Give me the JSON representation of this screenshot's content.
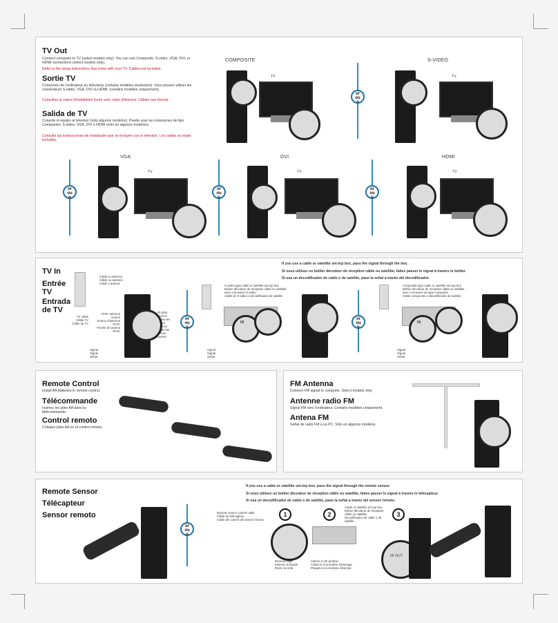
{
  "tvout": {
    "title_en": "TV Out",
    "body_en": "Connect computer to TV (select models only). You can use Composite, S-video, VGA, DVI, or HDMI connections (select models only).",
    "note_en": "Refer to the setup instructions that come with your TV. Cables not included.",
    "title_fr": "Sortie TV",
    "body_fr": "Connexion de l'ordinateur au téléviseur (certains modèles seulement). Vous pouvez utiliser les connecteurs S-vidéo, VGA, DVI ou HDMI, (certains modèles uniquement).",
    "note_fr": "Consultez la notice d'installation livrée avec votre téléviseur. Câbles non fournis.",
    "title_es": "Salida de TV",
    "body_es": "Conecte el equipo al televisor (sólo algunos modelos). Puede usar las conexiones de tipo Compuesto, S-video, VGA, DVI o HDMI (sólo en algunos modelos).",
    "note_es": "Consulte las instrucciones de instalación que se incluyen con el televisor. Los cables no están incluidos.",
    "composite": "COMPOSITE",
    "svideo": "S-VIDEO",
    "vga": "VGA",
    "dvi": "DVI",
    "hdmi": "HDMI",
    "tv": "TV"
  },
  "or": {
    "a": "or",
    "b": "ou",
    "c": "o"
  },
  "tvin": {
    "title_en": "TV In",
    "title_fr": "Entrée TV",
    "title_es": "Entrada de TV",
    "cable_label": "Cable or antenna\nCâble ou antenne\nCable o antena",
    "tvcable_label": "TV cable\nCâble TV\nCable de TV",
    "atsc_label": "ATSC antenna source\nSource d'antenne ATSC\nFuente de antena ATSC",
    "other_label": "All other sources\nToutes les autres sources\nTodas las demás fuentes",
    "signal_label": "Signal\nSignal\nSeñal",
    "settop_en": "If you use a cable or satellite set-top box, pass the signal through the box.",
    "settop_fr": "Si vous utilisez un boîtier décodeur de réception câble ou satellite, faites passer le signal à travers le boîtier.",
    "settop_es": "Si usa un decodificador de cable o de satélite, pase la señal a través del decodificador.",
    "svideo_type": "S-video-type cable or satellite set-top box\nBoîtier décodeur de réception câble ou satellite avec connexion S-vidéo\nCable de S-video o decodificador de satélite",
    "composite_type": "Composite-type cable or satellite set-top box\nBoîtier décodeur de réception câble ou satellite avec connexion de type composite\nCable compuesto o decodificador de satélite",
    "in": "IN"
  },
  "remote": {
    "title_en": "Remote Control",
    "body_en": "Install AA batteries in remote control.",
    "title_fr": "Télécommande",
    "body_fr": "Insérez les piles AA dans la télécommande.",
    "title_es": "Control remoto",
    "body_es": "Coloque pilas AA en el control remoto."
  },
  "fm": {
    "title_en": "FM Antenna",
    "body_en": "Connect FM signal to computer. Select models only.",
    "title_fr": "Antenne radio FM",
    "body_fr": "Signal FM vers l'ordinateur. Certains modèles uniquement.",
    "title_es": "Antena FM",
    "body_es": "Señal de radio FM a su PC. Sólo en algunos modelos."
  },
  "sensor": {
    "title_en": "Remote Sensor",
    "title_fr": "Télécapteur",
    "title_es": "Sensor remoto",
    "settop_en": "If you use a cable or satellite set-top box, pass the signal through the remote sensor.",
    "settop_fr": "Si vous utilisez un boîtier décodeur de réception câble ou satellite, faites passer le signal à travers le télécapteur.",
    "settop_es": "Si usa un decodificador de cable o de satélite, pase la señal a través del sensor remoto.",
    "cable_label": "Remote sensor control cable\nCâble du télécapteur\nCable del control del sensor remoto",
    "box_label": "Cable or satellite set-top box\nBoîtier décodeur de réception câble ou satellite\nDecodificador de cable o de satélite",
    "tape_label": "Remove tape\nEnlevez la bande\nRetire la cinta",
    "window_label": "Adhere to IR window\nCollez-le à la fenêtre infrarouge\nPéguelo a la ventana infrarroja",
    "step1": "1",
    "step2": "2",
    "step3": "3",
    "irout": "IR OUT"
  }
}
